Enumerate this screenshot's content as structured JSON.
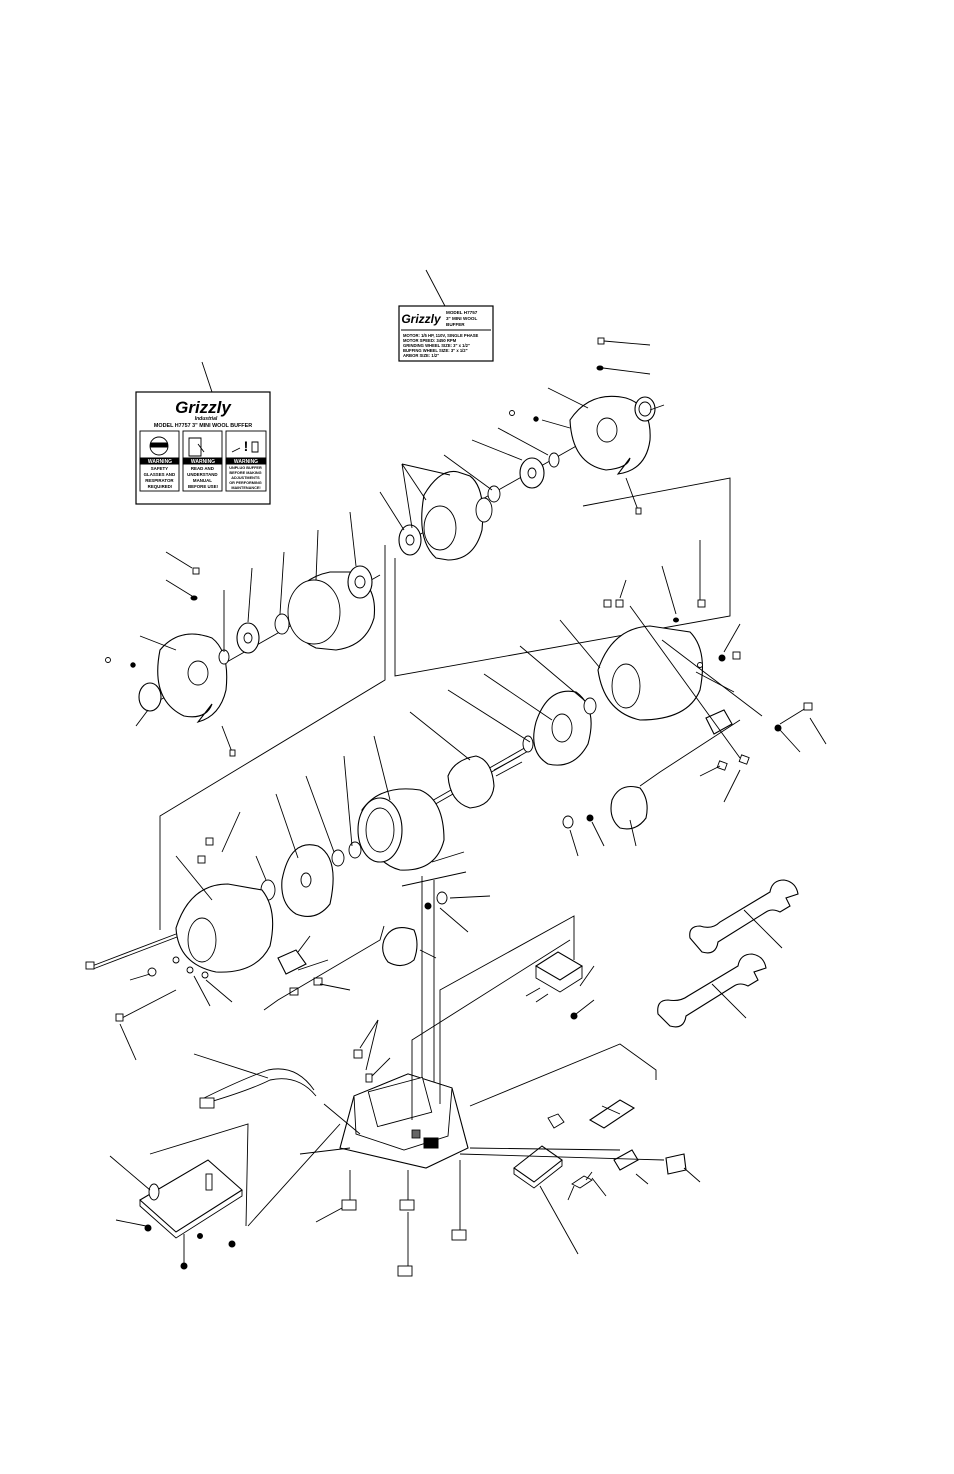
{
  "main_label": {
    "brand": "Grizzly",
    "sub_brand": "Industrial",
    "title": "MODEL H7757 3\" MINI WOOL BUFFER",
    "panels": [
      {
        "badge": "WARNING",
        "lines": [
          "SAFETY",
          "GLASSES AND",
          "RESPIRATOR",
          "REQUIRED!"
        ]
      },
      {
        "badge": "WARNING",
        "lines": [
          "READ AND",
          "UNDERSTAND",
          "MANUAL",
          "BEFORE USE!"
        ]
      },
      {
        "badge": "WARNING",
        "lines": [
          "UNPLUG BUFFER",
          "BEFORE MAKING",
          "ADJUSTMENTS",
          "OR PERFORMING",
          "MAINTENANCE!"
        ]
      }
    ]
  },
  "spec_label": {
    "brand": "Grizzly",
    "model_lines": [
      "MODEL H7757",
      "3\" MINI WOOL",
      "BUFFER"
    ],
    "specs": [
      "MOTOR: 1/5 HP, 110V, SINGLE PHASE",
      "MOTOR SPEED: 3450 RPM",
      "GRINDING WHEEL SIZE: 3\" x 1/2\"",
      "BUFFING WHEEL SIZE: 3\" x 1/2\"",
      "ARBOR SIZE: 1/2\""
    ]
  }
}
